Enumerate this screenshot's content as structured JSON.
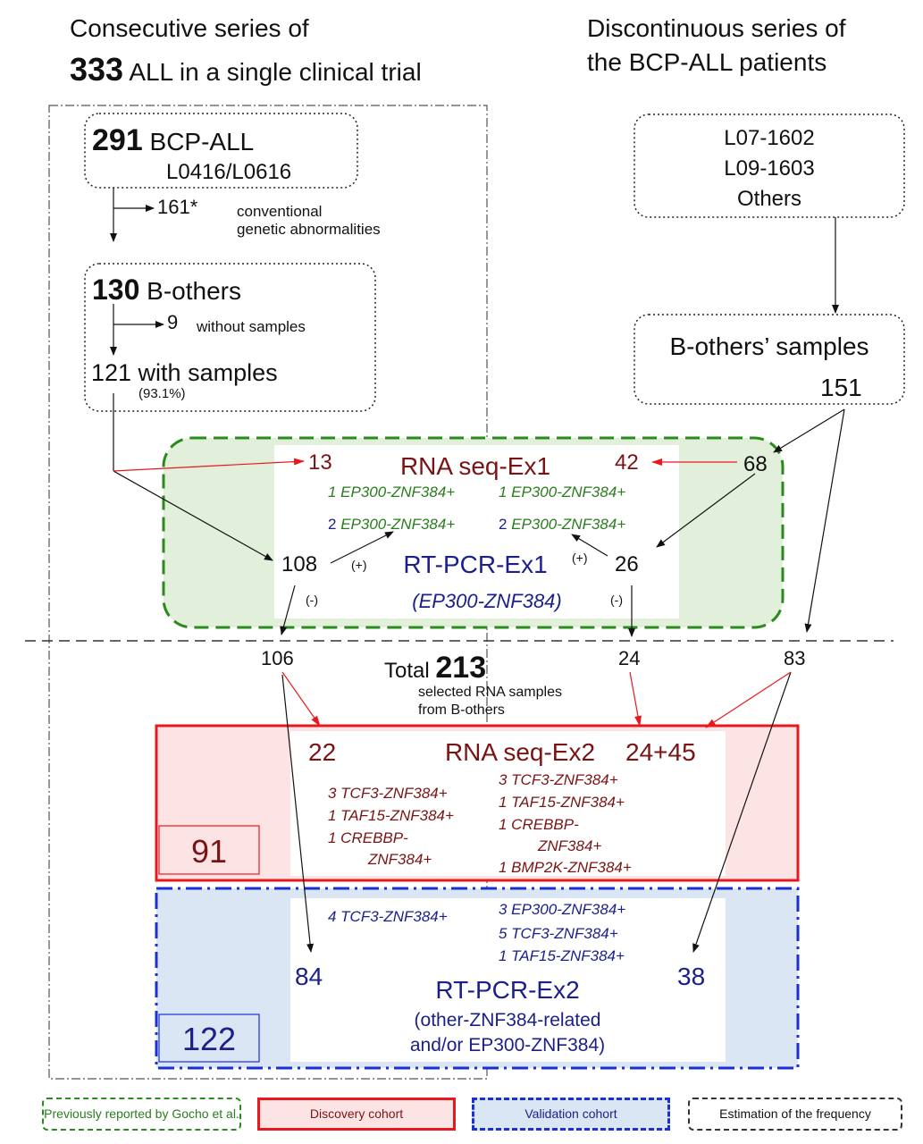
{
  "header": {
    "left_line1": "Consecutive series of",
    "left_count": "333",
    "left_line2": "ALL in a single clinical trial",
    "right_line1": "Discontinuous series of",
    "right_line2": "the BCP-ALL patients"
  },
  "left_flow": {
    "bcp_count": "291",
    "bcp_label": "BCP-ALL",
    "bcp_trials": "L0416/L0616",
    "excluded_count": "161*",
    "excluded_line1": "conventional",
    "excluded_line2": "genetic abnormalities",
    "bothers_count": "130",
    "bothers_label": "B-others",
    "nosample_count": "9",
    "nosample_label": "without samples",
    "withsample": "121 with samples",
    "withsample_pct": "(93.1%)"
  },
  "right_flow": {
    "series": [
      "L07-1602",
      "L09-1603",
      "Others"
    ],
    "samples_label": "B-others’ samples",
    "samples_count": "151"
  },
  "ex1": {
    "rna_title": "RNA seq-Ex1",
    "left_rna": "13",
    "right_rna": "42",
    "right_in": "68",
    "rna_left_result": "1 EP300-ZNF384+",
    "rna_right_result": "1 EP300-ZNF384+",
    "pcr_left_n": "2",
    "pcr_left_result": "EP300-ZNF384+",
    "pcr_right_n": "2",
    "pcr_right_result": "EP300-ZNF384+",
    "pcr_left": "108",
    "pcr_right": "26",
    "pos": "(+)",
    "neg": "(-)",
    "pcr_title": "RT-PCR-Ex1",
    "pcr_sub": "(EP300-ZNF384)"
  },
  "middle": {
    "left_n": "106",
    "total_label": "Total",
    "total_n": "213",
    "total_sub1": "selected RNA samples",
    "total_sub2": "from B-others",
    "mid_n": "24",
    "right_n": "83"
  },
  "ex2": {
    "rna_title": "RNA seq-Ex2",
    "left_n": "22",
    "right_n": "24+45",
    "left_results": [
      "3 TCF3-ZNF384+",
      "1 TAF15-ZNF384+",
      "1 CREBBP-",
      "ZNF384+"
    ],
    "right_results": [
      "3 TCF3-ZNF384+",
      "1 TAF15-ZNF384+",
      "1 CREBBP-",
      "ZNF384+",
      "1 BMP2K-ZNF384+"
    ],
    "discovery_total": "91",
    "pcr_left_result": "4 TCF3-ZNF384+",
    "pcr_right_results": [
      "3 EP300-ZNF384+",
      "5 TCF3-ZNF384+",
      "1 TAF15-ZNF384+"
    ],
    "pcr_left_n": "84",
    "pcr_right_n": "38",
    "pcr_title": "RT-PCR-Ex2",
    "pcr_sub1": "(other-ZNF384-related",
    "pcr_sub2": "and/or EP300-ZNF384)",
    "validation_total": "122"
  },
  "legend": {
    "previous": "Previously reported by Gocho et al.",
    "discovery": "Discovery cohort",
    "validation": "Validation cohort",
    "estimation": "Estimation of the frequency"
  },
  "colors": {
    "green": "#2a8a1e",
    "green_fill": "#e2efda",
    "red": "#e8191e",
    "red_fill": "#fce4e4",
    "blue": "#1a2fd6",
    "blue_fill": "#dae6f3",
    "dark_red": "#7a1414",
    "navy": "#1a1f8a"
  }
}
